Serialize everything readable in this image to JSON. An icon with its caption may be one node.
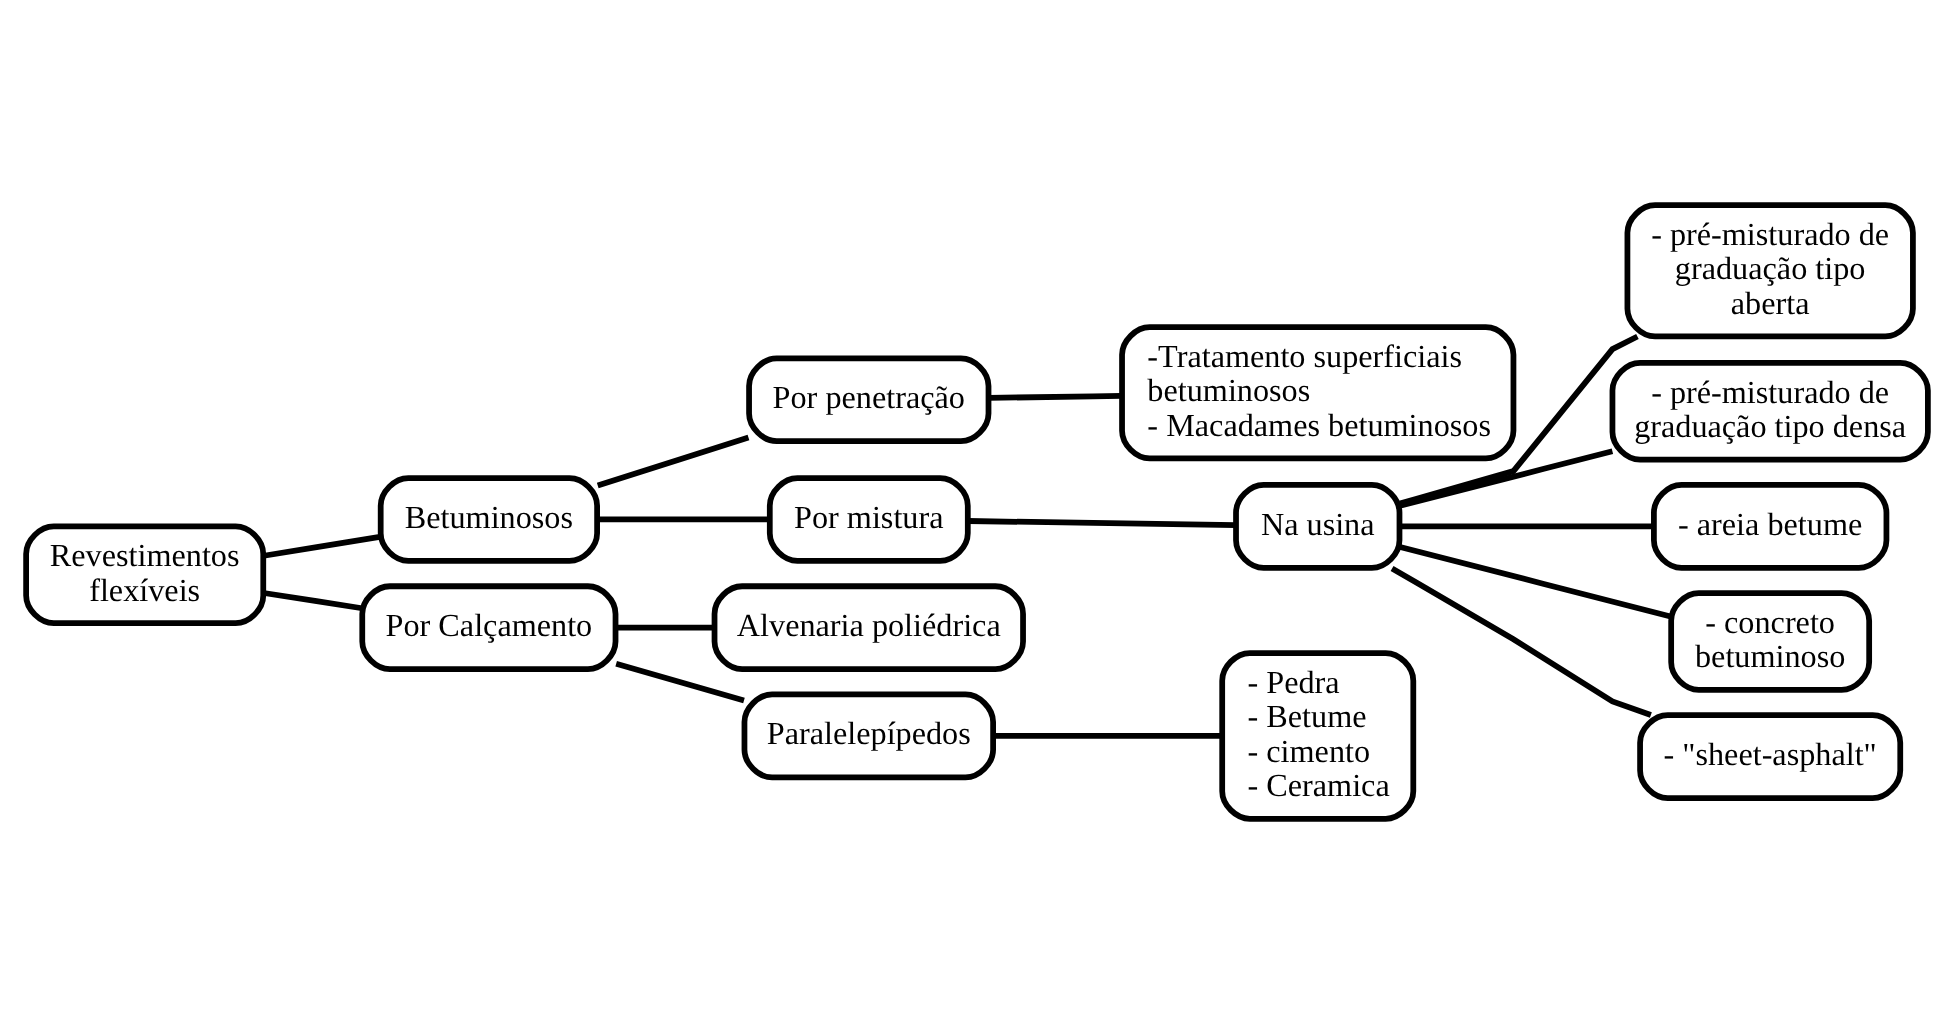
{
  "diagram": {
    "nodes": [
      {
        "text": [
          "Revestimentos flexíveis"
        ]
      },
      {
        "text": [
          "Betuminosos"
        ]
      },
      {
        "text": [
          "Por Calçamento"
        ]
      },
      {
        "text": [
          "Por penetração"
        ]
      },
      {
        "text": [
          "Por mistura"
        ]
      },
      {
        "text": [
          "-Tratamento superficiais betuminosos",
          "- Macadames betuminosos"
        ]
      },
      {
        "text": [
          "Na usina"
        ]
      },
      {
        "text": [
          "- pré-misturado de graduação tipo aberta"
        ]
      },
      {
        "text": [
          "- pré-misturado de graduação tipo densa"
        ]
      },
      {
        "text": [
          "- areia betume"
        ]
      },
      {
        "text": [
          "- concreto betuminoso"
        ]
      },
      {
        "text": [
          "- \"sheet-asphalt\""
        ]
      },
      {
        "text": [
          "Alvenaria poliédrica"
        ]
      },
      {
        "text": [
          "Paralelepípedos"
        ]
      },
      {
        "text": [
          "- Pedra",
          "- Betume",
          "- cimento",
          "- Ceramica"
        ]
      }
    ],
    "edges": [
      {
        "from": 0,
        "to": 1,
        "arrow": "none"
      },
      {
        "from": 0,
        "to": 2,
        "arrow": "none"
      },
      {
        "from": 1,
        "to": 3,
        "arrow": "none"
      },
      {
        "from": 1,
        "to": 4,
        "arrow": "none"
      },
      {
        "from": 3,
        "to": 5,
        "arrow": "none"
      },
      {
        "from": 4,
        "to": 6,
        "arrow": "none"
      },
      {
        "from": 6,
        "to": 7,
        "arrow": "none"
      },
      {
        "from": 6,
        "to": 8,
        "arrow": "none"
      },
      {
        "from": 6,
        "to": 9,
        "arrow": "none"
      },
      {
        "from": 6,
        "to": 10,
        "arrow": "none"
      },
      {
        "from": 6,
        "to": 11,
        "arrow": "none"
      },
      {
        "from": 2,
        "to": 12,
        "arrow": "none"
      },
      {
        "from": 2,
        "to": 13,
        "arrow": "none"
      },
      {
        "from": 13,
        "to": 14,
        "arrow": "none"
      }
    ]
  }
}
